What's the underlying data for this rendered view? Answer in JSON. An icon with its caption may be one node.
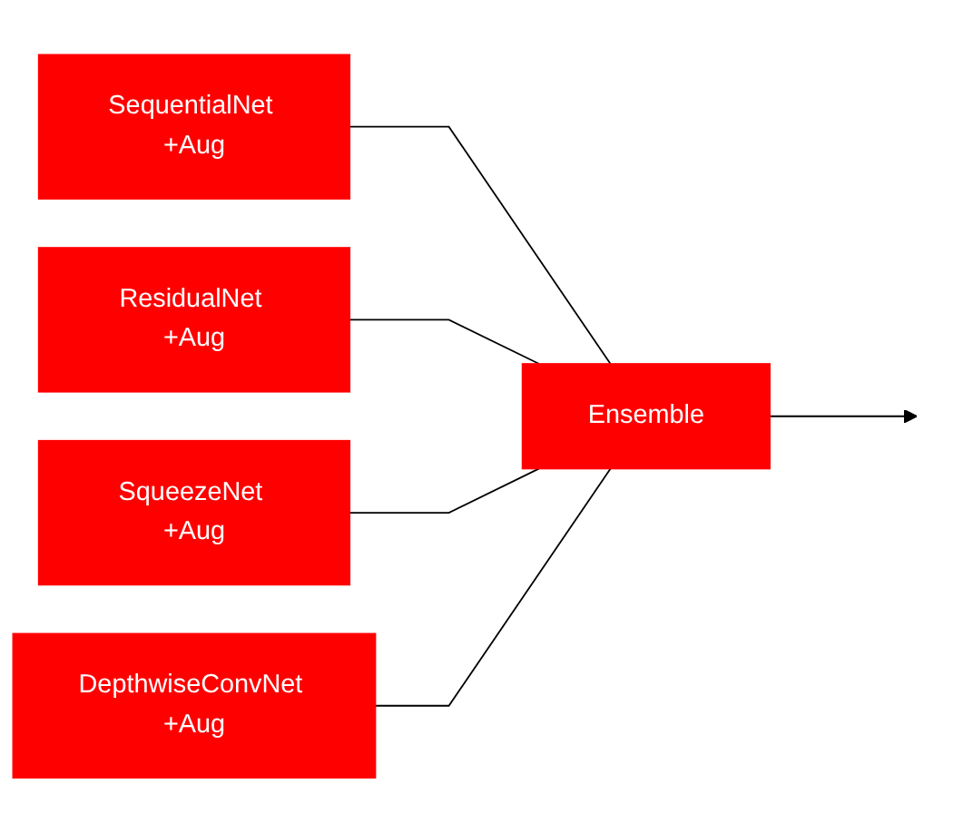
{
  "diagram": {
    "nodes": [
      {
        "text": [
          "SequentialNet +Aug"
        ]
      },
      {
        "text": [
          "ResidualNet +Aug"
        ]
      },
      {
        "text": [
          "SqueezeNet +Aug"
        ]
      },
      {
        "text": [
          "DepthwiseConvNet +Aug"
        ]
      },
      {
        "text": [
          "Ensemble"
        ]
      }
    ],
    "edges": [
      {
        "from": 0,
        "to": 4,
        "arrow": "none"
      },
      {
        "from": 1,
        "to": 4,
        "arrow": "none"
      },
      {
        "from": 2,
        "to": 4,
        "arrow": "none"
      },
      {
        "from": 3,
        "to": 4,
        "arrow": "none"
      },
      {
        "from": 4,
        "to": null,
        "arrow": "to"
      }
    ]
  }
}
